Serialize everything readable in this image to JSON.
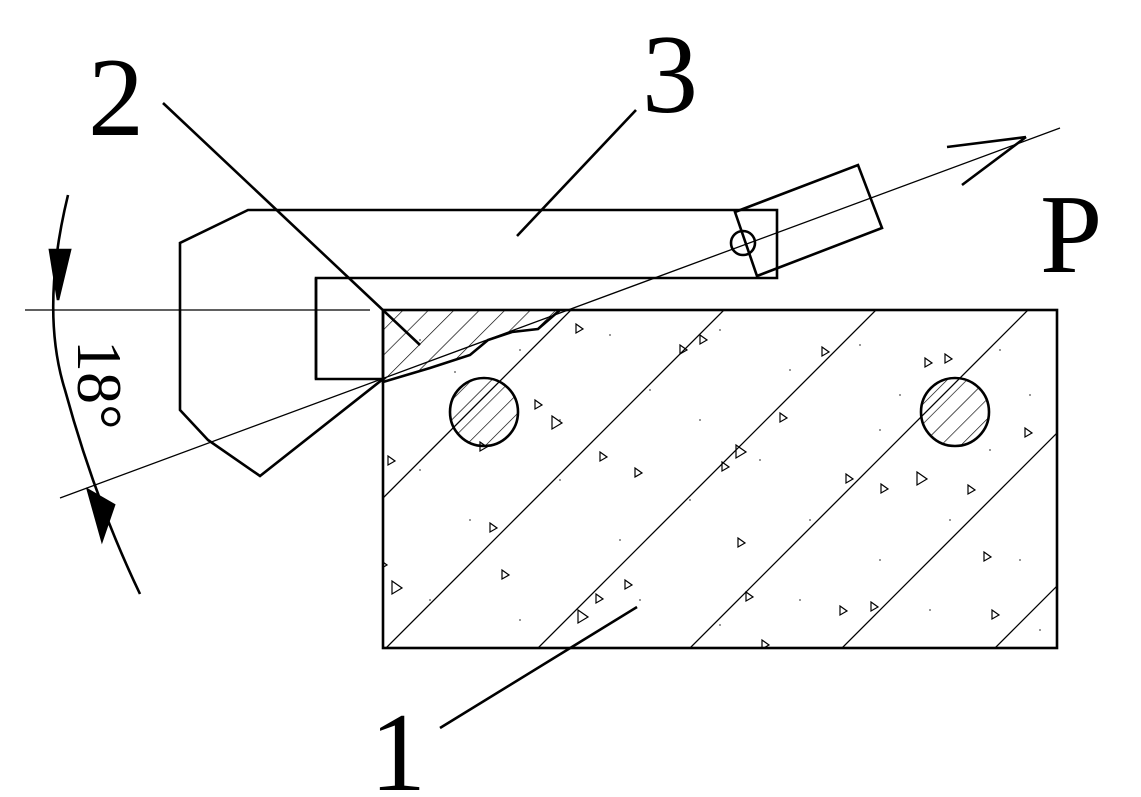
{
  "labels": {
    "part_1": "1",
    "part_2": "2",
    "part_3": "3",
    "force": "P",
    "angle": "18°"
  },
  "colors": {
    "stroke": "#000000",
    "background": "#ffffff"
  }
}
